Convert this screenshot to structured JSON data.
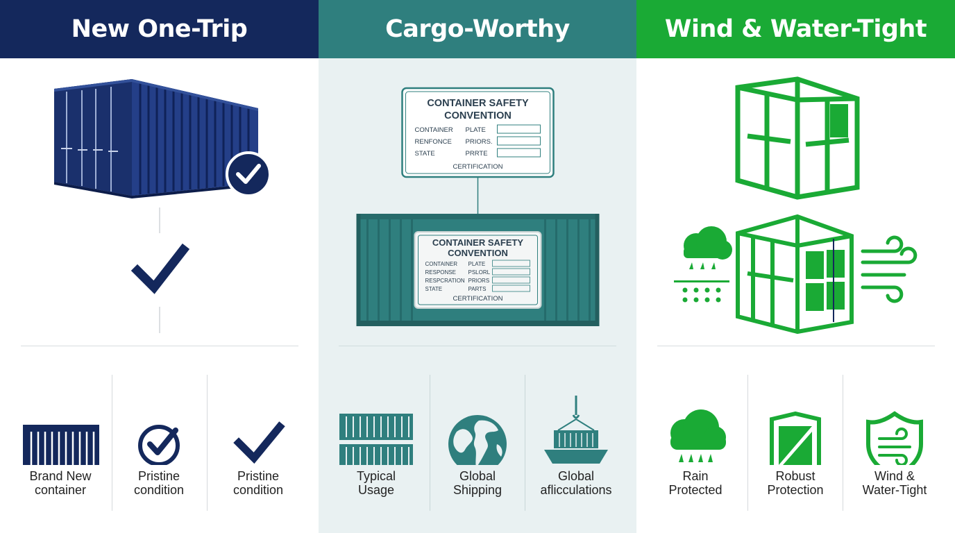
{
  "columns": [
    {
      "title": "New One-Trip",
      "color": "#14285c",
      "items": [
        {
          "line1": "Brand New",
          "line2": "container",
          "icon": "container-front-icon"
        },
        {
          "line1": "Pristine",
          "line2": "condition",
          "icon": "check-circle-icon"
        },
        {
          "line1": "Pristine",
          "line2": "condition",
          "icon": "checkmark-icon"
        }
      ]
    },
    {
      "title": "Cargo-Worthy",
      "color": "#2f7f7e",
      "plate_top": {
        "title1": "CONTAINER SAFETY",
        "title2": "CONVENTION",
        "rows": [
          [
            "CONTAINER",
            "PLATE"
          ],
          [
            "RENFONCE",
            "PRIORS."
          ],
          [
            "STATE",
            "PRRTE"
          ]
        ],
        "footer": "CERTIFICATION"
      },
      "plate_container": {
        "title1": "CONTAINER SAFETY",
        "title2": "CONVENTION",
        "rows": [
          [
            "CONTAINER",
            "PLATE"
          ],
          [
            "RESPONSE",
            "PSLORL"
          ],
          [
            "RESPCRATION",
            "PRIORS"
          ],
          [
            "STATE",
            "PARTS"
          ]
        ],
        "footer": "CERTIFICATION"
      },
      "items": [
        {
          "line1": "Typical",
          "line2": "Usage",
          "icon": "stacked-containers-icon"
        },
        {
          "line1": "Global",
          "line2": "Shipping",
          "icon": "globe-icon"
        },
        {
          "line1": "Global",
          "line2": "aflicculations",
          "icon": "ship-crane-icon"
        }
      ]
    },
    {
      "title": "Wind & Water-Tight",
      "color": "#1aaa35",
      "items": [
        {
          "line1": "Rain",
          "line2": "Protected",
          "icon": "rain-cloud-icon"
        },
        {
          "line1": "Robust",
          "line2": "Protection",
          "icon": "panel-shield-icon"
        },
        {
          "line1": "Wind &",
          "line2": "Water-Tight",
          "icon": "wind-shield-icon"
        }
      ]
    }
  ]
}
